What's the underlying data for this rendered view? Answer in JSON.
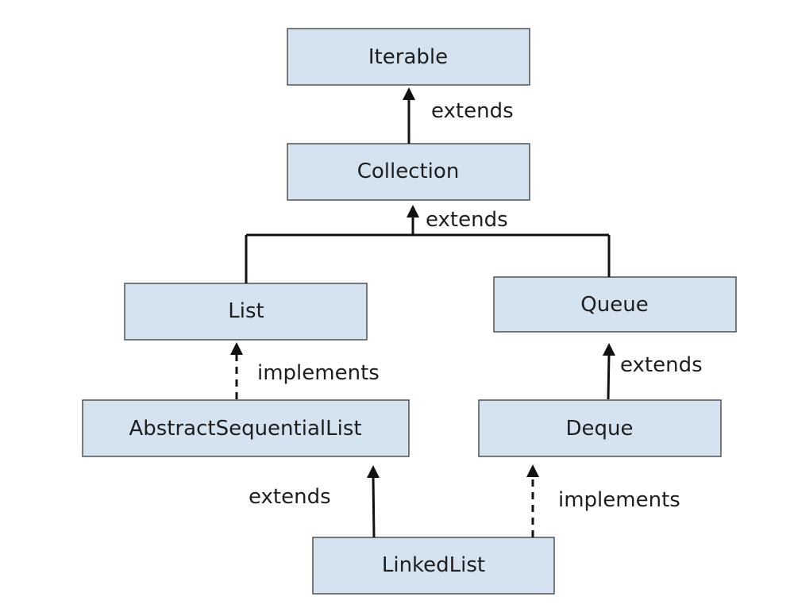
{
  "nodes": {
    "iterable": "Iterable",
    "collection": "Collection",
    "list": "List",
    "queue": "Queue",
    "abstract_sequential_list": "AbstractSequentialList",
    "deque": "Deque",
    "linked_list": "LinkedList"
  },
  "edges": {
    "collection_iterable": {
      "label": "extends",
      "style": "solid"
    },
    "list_queue_collection": {
      "label": "extends",
      "style": "solid"
    },
    "abstract_list": {
      "label": "implements",
      "style": "dashed"
    },
    "deque_queue": {
      "label": "extends",
      "style": "solid"
    },
    "linked_abstract": {
      "label": "extends",
      "style": "solid"
    },
    "linked_deque": {
      "label": "implements",
      "style": "dashed"
    }
  },
  "colors": {
    "node_fill": "#d5e3f1",
    "node_border": "#3a3a3a",
    "line": "#111111"
  }
}
